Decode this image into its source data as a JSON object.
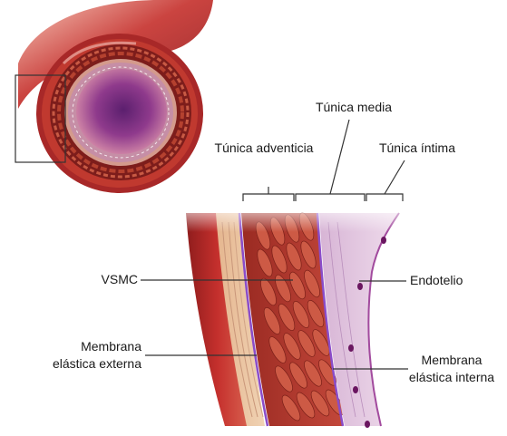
{
  "labels": {
    "tunica_media": "Túnica media",
    "tunica_adventicia": "Túnica adventicia",
    "tunica_intima": "Túnica íntima",
    "vsmc": "VSMC",
    "endotelio": "Endotelio",
    "membrana_externa_line1": "Membrana",
    "membrana_externa_line2": "elástica externa",
    "membrana_interna_line1": "Membrana",
    "membrana_interna_line2": "elástica interna"
  },
  "colors": {
    "adventitia": "#e8c9a8",
    "media": "#b83a2c",
    "smooth_muscle": "#c9483a",
    "intima": "#c9a0c6",
    "elastic_membrane": "#8a4cc9",
    "endothelial_nuclei": "#6a1660",
    "lumen": "#9c3d8c",
    "outer_wall": "#b92c2c"
  }
}
